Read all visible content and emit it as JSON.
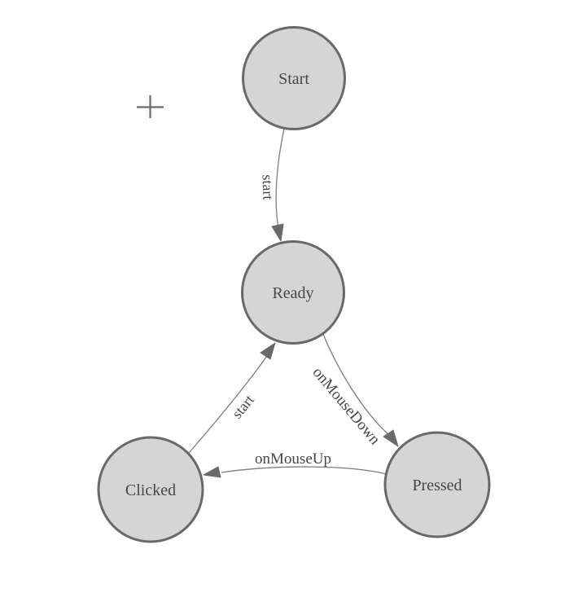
{
  "diagram": {
    "type": "state-machine",
    "background": "#ffffff",
    "node_fill": "#d5d5d5",
    "node_border": "#696969",
    "edge_color": "#7d7d7d",
    "arrow_color": "#6a6a6a",
    "text_color": "#474747",
    "origin_icon": "plus-icon"
  },
  "nodes": [
    {
      "id": "start",
      "label": "Start"
    },
    {
      "id": "ready",
      "label": "Ready"
    },
    {
      "id": "clicked",
      "label": "Clicked"
    },
    {
      "id": "pressed",
      "label": "Pressed"
    }
  ],
  "edges": [
    {
      "from": "Start",
      "to": "Ready",
      "label": "start"
    },
    {
      "from": "Ready",
      "to": "Pressed",
      "label": "onMouseDown"
    },
    {
      "from": "Pressed",
      "to": "Clicked",
      "label": "onMouseUp"
    },
    {
      "from": "Clicked",
      "to": "Ready",
      "label": "start"
    }
  ]
}
